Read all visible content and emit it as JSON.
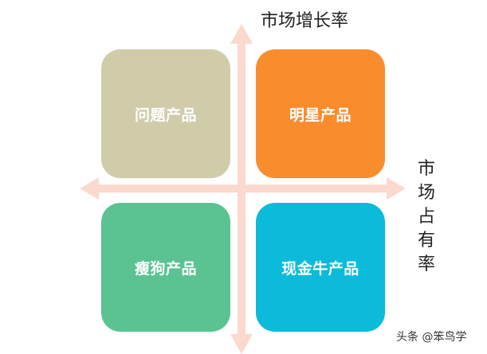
{
  "colors": {
    "axis": "#fbd9cf",
    "problem": "#d0ccaa",
    "star": "#f98d2e",
    "dog": "#5bc392",
    "cow": "#0cbbd9"
  },
  "axes": {
    "y_label": "市场增长率",
    "x_label": "市场占有率"
  },
  "quadrants": {
    "top_left": "问题产品",
    "top_right": "明星产品",
    "bottom_left": "瘦狗产品",
    "bottom_right": "现金牛产品"
  },
  "watermark": "头条 @笨鸟学"
}
